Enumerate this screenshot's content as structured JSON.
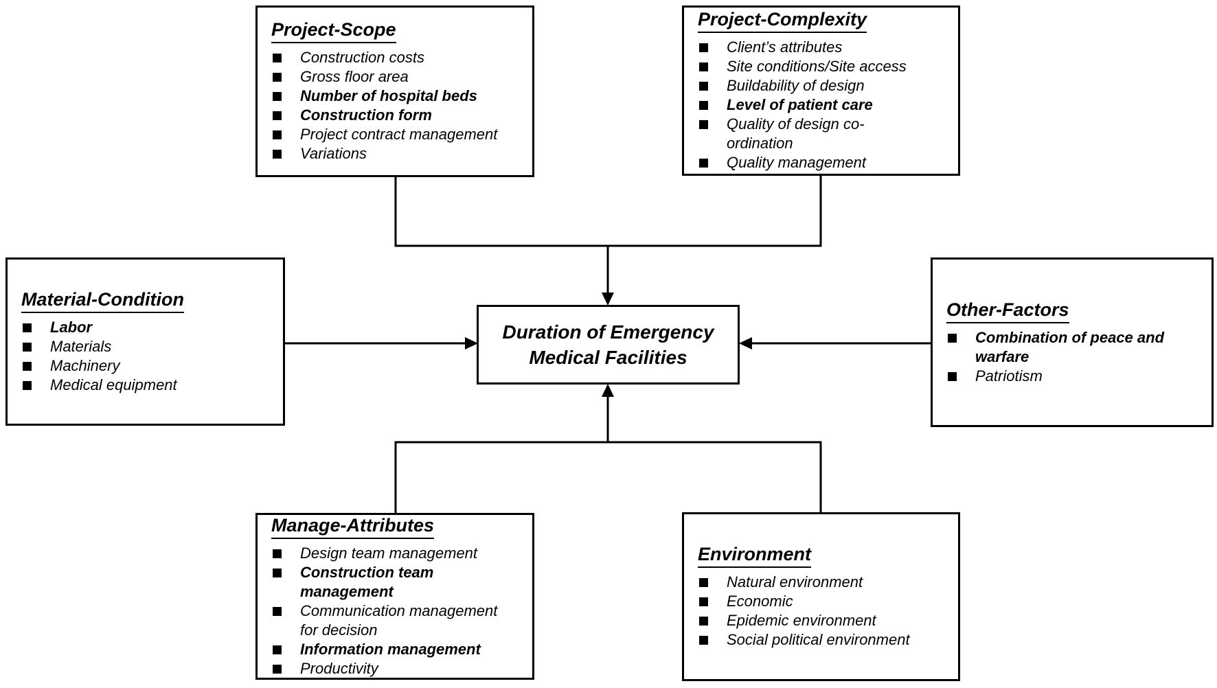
{
  "figure": {
    "background_color": "#ffffff",
    "line_color": "#000000",
    "center_box": {
      "label": "Duration of Emergency\nMedical Facilities"
    },
    "boxes": [
      {
        "id": "project-scope",
        "title": "Project-Scope",
        "items": [
          {
            "text": "Construction costs",
            "bold": false
          },
          {
            "text": "Gross floor area",
            "bold": false
          },
          {
            "text": "Number of hospital beds",
            "bold": true
          },
          {
            "text": "Construction form",
            "bold": true
          },
          {
            "text": "Project contract management",
            "bold": false
          },
          {
            "text": "Variations",
            "bold": false
          }
        ]
      },
      {
        "id": "project-complexity",
        "title": "Project-Complexity",
        "items": [
          {
            "text": "Client’s attributes",
            "bold": false
          },
          {
            "text": "Site conditions/Site access",
            "bold": false
          },
          {
            "text": "Buildability of design",
            "bold": false
          },
          {
            "text": "Level of patient care",
            "bold": true
          },
          {
            "text": "Quality of design co-\nordination",
            "bold": false
          },
          {
            "text": "Quality management",
            "bold": false
          }
        ]
      },
      {
        "id": "material-condition",
        "title": "Material-Condition",
        "items": [
          {
            "text": "Labor",
            "bold": true
          },
          {
            "text": "Materials",
            "bold": false
          },
          {
            "text": "Machinery",
            "bold": false
          },
          {
            "text": "Medical equipment",
            "bold": false
          }
        ]
      },
      {
        "id": "other-factors",
        "title": "Other-Factors",
        "items": [
          {
            "text": "Combination of peace and\nwarfare",
            "bold": true
          },
          {
            "text": "Patriotism",
            "bold": false
          }
        ]
      },
      {
        "id": "manage-attributes",
        "title": "Manage-Attributes",
        "items": [
          {
            "text": "Design team management",
            "bold": false
          },
          {
            "text": "Construction team\nmanagement",
            "bold": true
          },
          {
            "text": "Communication management\nfor decision",
            "bold": false
          },
          {
            "text": "Information management",
            "bold": true
          },
          {
            "text": "Productivity",
            "bold": false
          }
        ]
      },
      {
        "id": "environment",
        "title": "Environment",
        "items": [
          {
            "text": "Natural environment",
            "bold": false
          },
          {
            "text": "Economic",
            "bold": false
          },
          {
            "text": "Epidemic environment",
            "bold": false
          },
          {
            "text": "Social political environment",
            "bold": false
          }
        ]
      }
    ]
  }
}
